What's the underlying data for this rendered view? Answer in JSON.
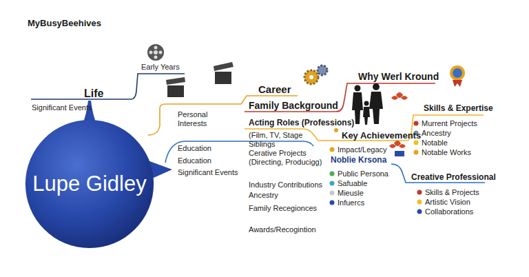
{
  "diagram": {
    "nodes": [
      {
        "text": [
          "Lupe Gidley"
        ]
      }
    ],
    "edges": [],
    "labels": [
      "MyBusyBeehives",
      "Life",
      "Early Years",
      "Significant Events",
      "Career",
      "Personal Interests",
      "Family Background",
      "Why Werl Kround",
      "Acting Roles (Professions)",
      "(Film, TV, Stage",
      "Siblings",
      "Cerative Projects (Directing, Producigg)",
      "Education",
      "Education",
      "Significant Events",
      "Industry Contributions",
      "Ancestry",
      "Family Recegionces",
      "Awards/Recogintion",
      "Key Achievements",
      "Impact/Legacy",
      "Noblie Krsona",
      "Public Persona",
      "Safuable",
      "Mieusle",
      "Infuercs",
      "Skills & Expertise",
      "Murrent Projects",
      "Ancestry",
      "Notable",
      "Notable Works",
      "Creative Professional",
      "Skills & Projects",
      "Artistic Vision",
      "Collaborations"
    ]
  }
}
